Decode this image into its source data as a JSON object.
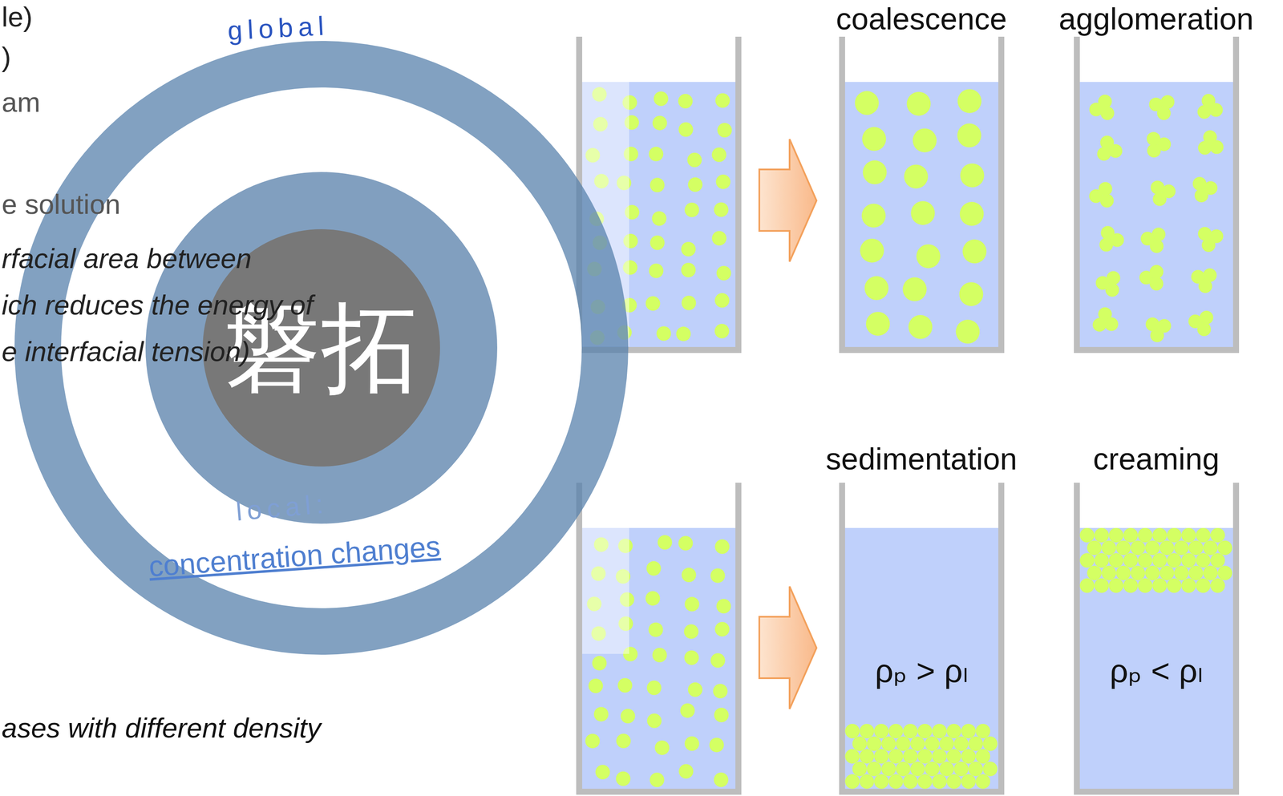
{
  "diagram": {
    "nodes": [
      {
        "text": [
          "global"
        ]
      },
      {
        "text": [
          "local:",
          "concentration changes"
        ],
        "in": 0
      },
      {
        "text": [
          "磐拓"
        ],
        "in": 1
      },
      {
        "text": [
          "coalescence"
        ]
      },
      {
        "text": [
          "agglomeration"
        ]
      },
      {
        "text": [
          "sedimentation",
          "ρₚ > ρₗ"
        ]
      },
      {
        "text": [
          "creaming",
          "ρₚ < ρₗ"
        ]
      }
    ],
    "labels": [
      "le)",
      ")",
      "am",
      "e solution",
      "rfacial area between",
      "ich reduces the energy of",
      "e interfacial tension)",
      "ases with different density"
    ]
  }
}
